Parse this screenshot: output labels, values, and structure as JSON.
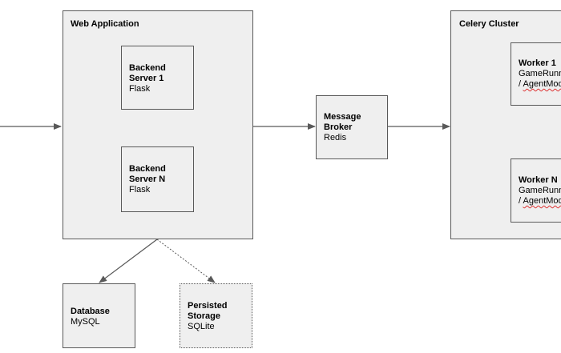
{
  "web_app": {
    "title": "Web Application",
    "server1": {
      "name_line1": "Backend",
      "name_line2": "Server 1",
      "tech": "Flask"
    },
    "serverN": {
      "name_line1": "Backend",
      "name_line2": "Server N",
      "tech": "Flask"
    }
  },
  "broker": {
    "name_line1": "Message",
    "name_line2": "Broker",
    "tech": "Redis"
  },
  "celery": {
    "title": "Celery Cluster",
    "worker1": {
      "name": "Worker 1",
      "line1": "GameRunn",
      "line2_prefix": "/ ",
      "line2": "AgentMod"
    },
    "workerN": {
      "name": "Worker N",
      "line1": "GameRunn",
      "line2_prefix": "/ ",
      "line2": "AgentMod"
    }
  },
  "database": {
    "name": "Database",
    "tech": "MySQL"
  },
  "storage": {
    "name_line1": "Persisted",
    "name_line2": "Storage",
    "tech": "SQLite"
  },
  "colors": {
    "box_fill": "#efefef",
    "stroke": "#595959"
  }
}
